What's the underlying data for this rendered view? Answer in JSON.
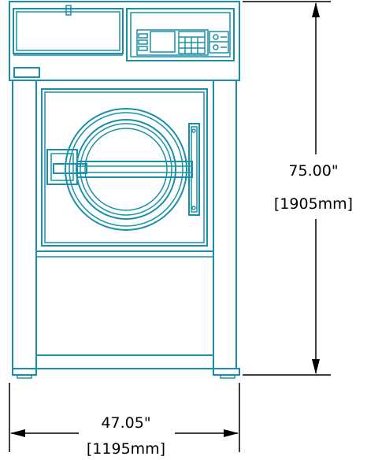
{
  "colors": {
    "line": "#1a8fa8",
    "dimension": "#000000",
    "background": "#ffffff"
  },
  "dimensions": {
    "height": {
      "inches": "75.00\"",
      "mm": "[1905mm]"
    },
    "width": {
      "inches": "47.05\"",
      "mm": "[1195mm]"
    }
  }
}
